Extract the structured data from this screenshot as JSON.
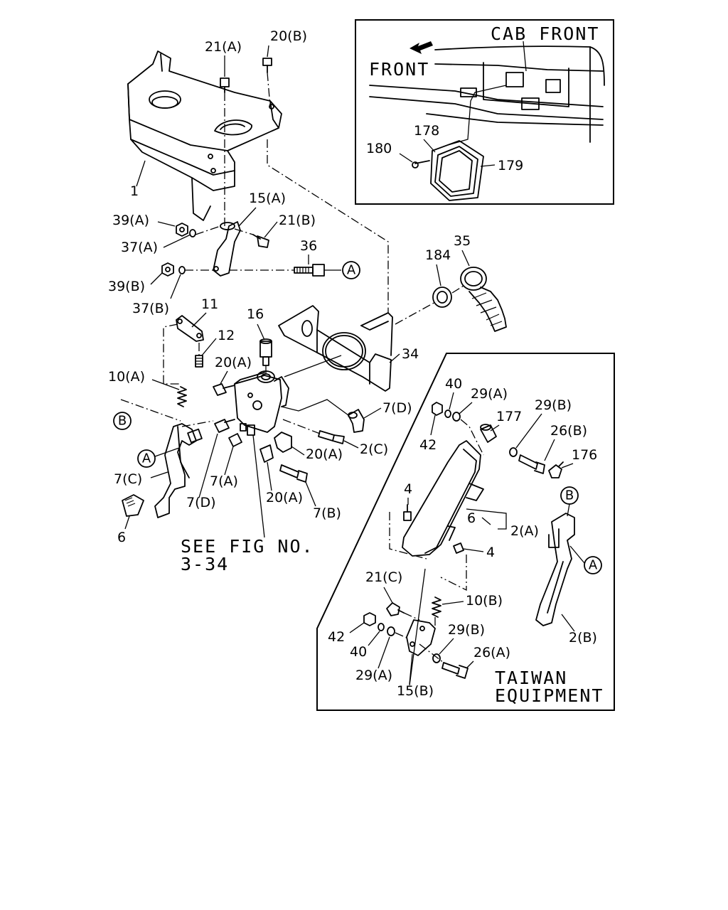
{
  "inset_cab": {
    "title": "CAB FRONT",
    "direction": "FRONT",
    "parts": [
      {
        "label": "178"
      },
      {
        "label": "180"
      },
      {
        "label": "179"
      }
    ]
  },
  "main": {
    "labels": [
      {
        "id": "p21a",
        "text": "21(A)"
      },
      {
        "id": "p20b",
        "text": "20(B)"
      },
      {
        "id": "p1",
        "text": "1"
      },
      {
        "id": "p15a",
        "text": "15(A)"
      },
      {
        "id": "p39a",
        "text": "39(A)"
      },
      {
        "id": "p21b",
        "text": "21(B)"
      },
      {
        "id": "p37a",
        "text": "37(A)"
      },
      {
        "id": "p36",
        "text": "36"
      },
      {
        "id": "p39b",
        "text": "39(B)"
      },
      {
        "id": "p37b",
        "text": "37(B)"
      },
      {
        "id": "p11",
        "text": "11"
      },
      {
        "id": "p16",
        "text": "16"
      },
      {
        "id": "p12",
        "text": "12"
      },
      {
        "id": "p184",
        "text": "184"
      },
      {
        "id": "p35",
        "text": "35"
      },
      {
        "id": "p34",
        "text": "34"
      },
      {
        "id": "p10a",
        "text": "10(A)"
      },
      {
        "id": "p20a1",
        "text": "20(A)"
      },
      {
        "id": "p7d1",
        "text": "7(D)"
      },
      {
        "id": "p7a",
        "text": "7(A)"
      },
      {
        "id": "p7d2",
        "text": "7(D)"
      },
      {
        "id": "p2c",
        "text": "2(C)"
      },
      {
        "id": "p20a2",
        "text": "20(A)"
      },
      {
        "id": "p20a3",
        "text": "20(A)"
      },
      {
        "id": "p7b",
        "text": "7(B)"
      },
      {
        "id": "p7c",
        "text": "7(C)"
      },
      {
        "id": "p6",
        "text": "6"
      }
    ],
    "callouts": {
      "a": "A",
      "b": "B"
    },
    "see_fig_line1": "SEE FIG NO.",
    "see_fig_line2": "3-34"
  },
  "inset_taiwan": {
    "labels": [
      {
        "id": "t40a",
        "text": "40"
      },
      {
        "id": "t29a1",
        "text": "29(A)"
      },
      {
        "id": "t42a",
        "text": "42"
      },
      {
        "id": "t177",
        "text": "177"
      },
      {
        "id": "t29b1",
        "text": "29(B)"
      },
      {
        "id": "t26b",
        "text": "26(B)"
      },
      {
        "id": "t176",
        "text": "176"
      },
      {
        "id": "t4a",
        "text": "4"
      },
      {
        "id": "t6",
        "text": "6"
      },
      {
        "id": "t2a",
        "text": "2(A)"
      },
      {
        "id": "t4b",
        "text": "4"
      },
      {
        "id": "t21c",
        "text": "21(C)"
      },
      {
        "id": "t10b",
        "text": "10(B)"
      },
      {
        "id": "t42b",
        "text": "42"
      },
      {
        "id": "t29b2",
        "text": "29(B)"
      },
      {
        "id": "t40b",
        "text": "40"
      },
      {
        "id": "t26a",
        "text": "26(A)"
      },
      {
        "id": "t29a2",
        "text": "29(A)"
      },
      {
        "id": "t15b",
        "text": "15(B)"
      },
      {
        "id": "t2b",
        "text": "2(B)"
      }
    ],
    "callouts": {
      "a": "A",
      "b": "B"
    },
    "caption_line1": "TAIWAN",
    "caption_line2": "EQUIPMENT"
  }
}
